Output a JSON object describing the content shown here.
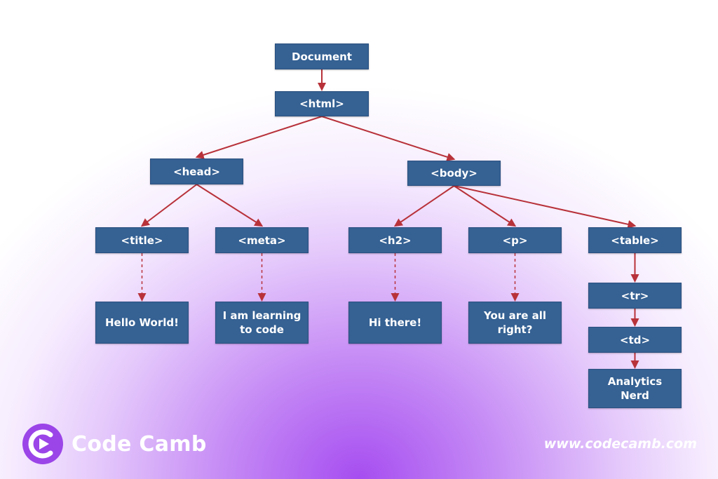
{
  "diagram": {
    "nodes": {
      "document": "Document",
      "html": "<html>",
      "head": "<head>",
      "body": "<body>",
      "title": "<title>",
      "meta": "<meta>",
      "h2": "<h2>",
      "p": "<p>",
      "table": "<table>",
      "tr": "<tr>",
      "td": "<td>",
      "title_text": "Hello World!",
      "meta_text": "I am learning to code",
      "h2_text": "Hi there!",
      "p_text": "You are all right?",
      "td_text": "Analytics Nerd"
    },
    "edges": [
      {
        "from": "document",
        "to": "html",
        "style": "solid"
      },
      {
        "from": "html",
        "to": "head",
        "style": "solid"
      },
      {
        "from": "html",
        "to": "body",
        "style": "solid"
      },
      {
        "from": "head",
        "to": "title",
        "style": "solid"
      },
      {
        "from": "head",
        "to": "meta",
        "style": "solid"
      },
      {
        "from": "body",
        "to": "h2",
        "style": "solid"
      },
      {
        "from": "body",
        "to": "p",
        "style": "solid"
      },
      {
        "from": "body",
        "to": "table",
        "style": "solid"
      },
      {
        "from": "table",
        "to": "tr",
        "style": "solid"
      },
      {
        "from": "tr",
        "to": "td",
        "style": "solid"
      },
      {
        "from": "td",
        "to": "td_text",
        "style": "solid"
      },
      {
        "from": "title",
        "to": "title_text",
        "style": "dashed"
      },
      {
        "from": "meta",
        "to": "meta_text",
        "style": "dashed"
      },
      {
        "from": "h2",
        "to": "h2_text",
        "style": "dashed"
      },
      {
        "from": "p",
        "to": "p_text",
        "style": "dashed"
      }
    ],
    "colors": {
      "node_fill": "#356193",
      "node_text": "#ffffff",
      "arrow": "#b8323a"
    }
  },
  "footer": {
    "brand": "Code Camb",
    "url": "www.codecamb.com",
    "logo_icon": "codecamb-logo-icon"
  }
}
